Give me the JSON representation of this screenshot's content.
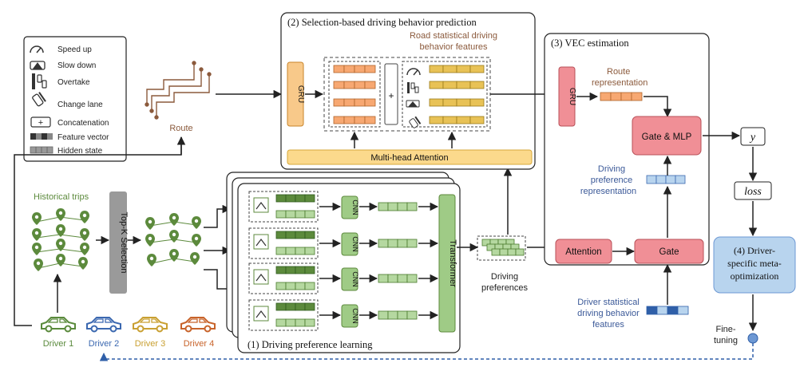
{
  "legend": {
    "items": [
      {
        "icon": "speedometer-icon",
        "label": "Speed up"
      },
      {
        "icon": "slowdown-icon",
        "label": "Slow down"
      },
      {
        "icon": "overtake-icon",
        "label": "Overtake"
      },
      {
        "icon": "change-lane-icon",
        "label": "Change lane"
      },
      {
        "icon": "plus-box-icon",
        "label": "Concatenation"
      },
      {
        "icon": "feature-vector-icon",
        "label": "Feature vector"
      },
      {
        "icon": "hidden-state-icon",
        "label": "Hidden state"
      }
    ],
    "plus": "+"
  },
  "route": {
    "label": "Route"
  },
  "history": {
    "label": "Historical trips",
    "topk": "Top-K Selection"
  },
  "drivers": [
    {
      "label": "Driver 1",
      "color": "#5a8a3c"
    },
    {
      "label": "Driver 2",
      "color": "#3b68b0"
    },
    {
      "label": "Driver 3",
      "color": "#c9a032"
    },
    {
      "label": "Driver 4",
      "color": "#c8632a"
    }
  ],
  "module1": {
    "title": "(1) Driving preference learning",
    "cnn": "CNN",
    "transformer": "Transformer"
  },
  "module2": {
    "title": "(2) Selection-based driving behavior prediction",
    "gru": "GRU",
    "road_features_line1": "Road statistical driving",
    "road_features_line2": "behavior features",
    "plus": "+",
    "attention": "Multi-head Attention"
  },
  "preferences": {
    "line1": "Driving",
    "line2": "preferences"
  },
  "module3": {
    "title": "(3) VEC estimation",
    "gru": "GRU",
    "route_rep_line1": "Route",
    "route_rep_line2": "representation",
    "gate_mlp": "Gate & MLP",
    "pref_rep_line1": "Driving",
    "pref_rep_line2": "preference",
    "pref_rep_line3": "representation",
    "attention": "Attention",
    "gate": "Gate"
  },
  "driver_features": {
    "line1": "Driver statistical",
    "line2": "driving behavior",
    "line3": "features"
  },
  "output": {
    "y": "y",
    "loss": "loss"
  },
  "module4": {
    "line1": "(4) Driver-",
    "line2": "specific meta-",
    "line3": "optimization"
  },
  "finetune": {
    "line1": "Fine-",
    "line2": "tuning"
  },
  "colors": {
    "green_dark": "#5c8a3c",
    "green_light": "#b5d8a0",
    "green_box": "#9fcb86",
    "orange_cell": "#f7a872",
    "yellow_cell": "#e8c256",
    "gru_orange": "#f8c98a",
    "attention_yellow": "#fbd98c",
    "red_box": "#f08f96",
    "blue_box": "#b8d4ee",
    "blue_cell": "#6d98d4",
    "gray_box": "#9a9a9a",
    "brown": "#8b5a3c"
  }
}
